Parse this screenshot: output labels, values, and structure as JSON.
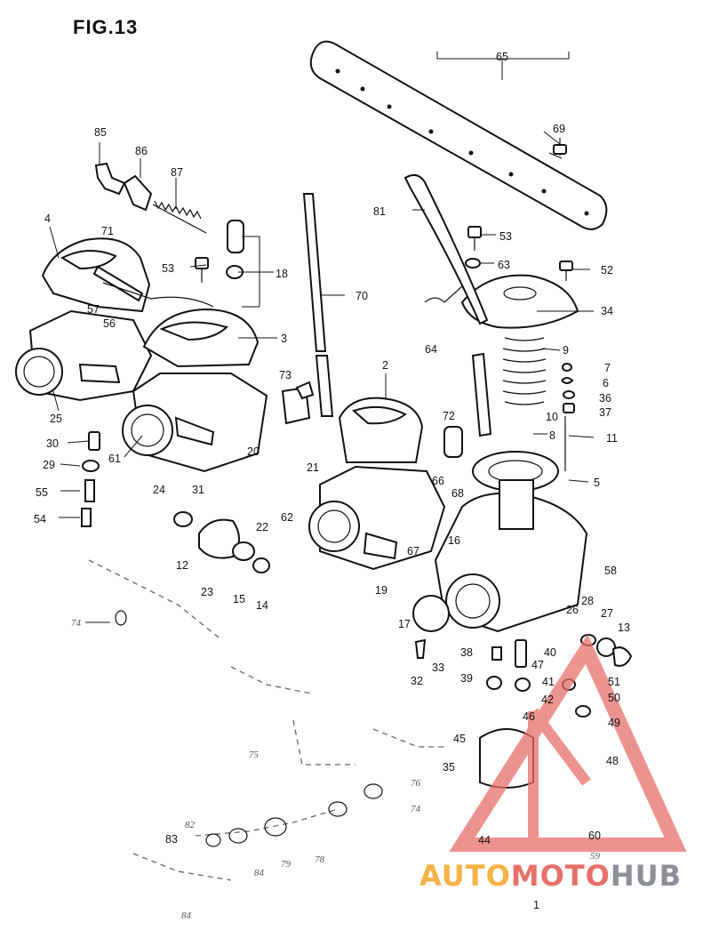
{
  "figure": {
    "title": "FIG.13"
  },
  "callouts": [
    "1",
    "2",
    "3",
    "4",
    "5",
    "6",
    "7",
    "8",
    "9",
    "10",
    "11",
    "12",
    "13",
    "14",
    "15",
    "16",
    "17",
    "18",
    "19",
    "20",
    "21",
    "22",
    "23",
    "24",
    "25",
    "26",
    "27",
    "28",
    "29",
    "30",
    "31",
    "32",
    "33",
    "34",
    "35",
    "36",
    "37",
    "38",
    "39",
    "40",
    "41",
    "42",
    "44",
    "45",
    "46",
    "47",
    "48",
    "49",
    "50",
    "51",
    "52",
    "53",
    "53",
    "54",
    "55",
    "56",
    "57",
    "58",
    "59",
    "60",
    "61",
    "62",
    "63",
    "64",
    "65",
    "66",
    "67",
    "68",
    "69",
    "70",
    "71",
    "72",
    "73",
    "74",
    "74",
    "75",
    "76",
    "78",
    "79",
    "81",
    "82",
    "83",
    "84",
    "84",
    "85",
    "86",
    "87"
  ],
  "watermark": {
    "part1": "AUTO",
    "part2": "MOTO",
    "part3": "HUB",
    "color_auto": "#f5b247",
    "color_moto": "#e8706a",
    "color_hub": "#8a8f98",
    "triangle_color": "#e8706a"
  }
}
